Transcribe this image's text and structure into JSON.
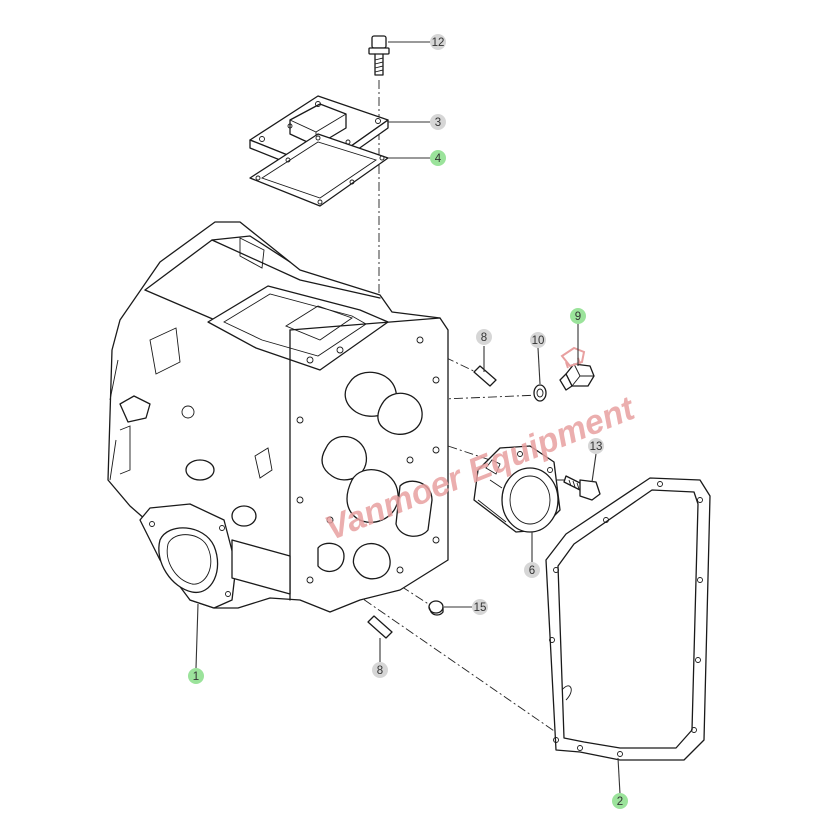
{
  "watermark": {
    "text": "Vanmoer Equipment",
    "color": "#e8a0a0"
  },
  "colors": {
    "highlight_badge": "#9be39b",
    "normal_badge": "#d6d6d6",
    "line": "#1a1a1a"
  },
  "callouts": [
    {
      "id": "c12",
      "label": "12",
      "highlight": false
    },
    {
      "id": "c3",
      "label": "3",
      "highlight": false
    },
    {
      "id": "c4",
      "label": "4",
      "highlight": true
    },
    {
      "id": "c8a",
      "label": "8",
      "highlight": false
    },
    {
      "id": "c10",
      "label": "10",
      "highlight": false
    },
    {
      "id": "c9",
      "label": "9",
      "highlight": true
    },
    {
      "id": "c13",
      "label": "13",
      "highlight": false
    },
    {
      "id": "c6",
      "label": "6",
      "highlight": false
    },
    {
      "id": "c15",
      "label": "15",
      "highlight": false
    },
    {
      "id": "c8b",
      "label": "8",
      "highlight": false
    },
    {
      "id": "c1",
      "label": "1",
      "highlight": true
    },
    {
      "id": "c2",
      "label": "2",
      "highlight": true
    }
  ]
}
